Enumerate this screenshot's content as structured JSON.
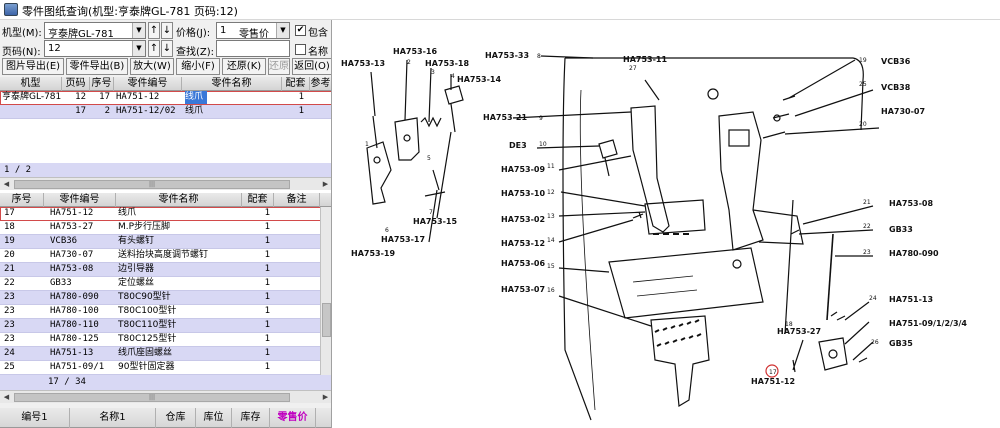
{
  "window": {
    "title": "零件图纸查询(机型:亨泰牌GL-781 页码:12)"
  },
  "filters": {
    "model_label": "机型(M):",
    "model_value": "亨泰牌GL-781",
    "page_label": "页码(N):",
    "page_value": "12",
    "price_label": "价格(J):",
    "price_index": "1",
    "price_type": "零售价",
    "include_label": "包含",
    "include_checked": "✔",
    "find_label": "查找(Z):",
    "find_value": "",
    "name_label": "名称",
    "up_arrow": "↑",
    "down_arrow": "↓"
  },
  "toolbar": {
    "export_image": "图片导出(E)",
    "export_parts": "零件导出(B)",
    "zoom_in": "放大(W)",
    "zoom_out": "缩小(F)",
    "restore": "还原(K)",
    "restore2": "还原(D)",
    "back": "返回(O)"
  },
  "pages_grid": {
    "headers": [
      "机型",
      "页码",
      "序号",
      "零件编号",
      "零件名称",
      "配套",
      "参考"
    ],
    "rows": [
      {
        "model": "亨泰牌GL-781",
        "page": "12",
        "seq": "17",
        "part_no": "HA751-12",
        "name": "线爪",
        "qty": "1"
      },
      {
        "model": "",
        "page": "17",
        "seq": "2",
        "part_no": "HA751-12/02",
        "name": "线爪",
        "qty": "1"
      }
    ],
    "pager": "1 / 2"
  },
  "parts_grid": {
    "headers": [
      "序号",
      "零件编号",
      "零件名称",
      "配套",
      "备注"
    ],
    "rows": [
      {
        "seq": "17",
        "part_no": "HA751-12",
        "name": "线爪",
        "qty": "1"
      },
      {
        "seq": "18",
        "part_no": "HA753-27",
        "name": "M.P步行压脚",
        "qty": "1"
      },
      {
        "seq": "19",
        "part_no": "VCB36",
        "name": "有头螺钉",
        "qty": "1"
      },
      {
        "seq": "20",
        "part_no": "HA730-07",
        "name": "送料抬块高度调节螺钉",
        "qty": "1"
      },
      {
        "seq": "21",
        "part_no": "HA753-08",
        "name": "边引导器",
        "qty": "1"
      },
      {
        "seq": "22",
        "part_no": "GB33",
        "name": "定位螺丝",
        "qty": "1"
      },
      {
        "seq": "23",
        "part_no": "HA780-090",
        "name": "T80C90型针",
        "qty": "1"
      },
      {
        "seq": "23",
        "part_no": "HA780-100",
        "name": "T80C100型针",
        "qty": "1"
      },
      {
        "seq": "23",
        "part_no": "HA780-110",
        "name": "T80C110型针",
        "qty": "1"
      },
      {
        "seq": "23",
        "part_no": "HA780-125",
        "name": "T80C125型针",
        "qty": "1"
      },
      {
        "seq": "24",
        "part_no": "HA751-13",
        "name": "线爪座固螺丝",
        "qty": "1"
      },
      {
        "seq": "25",
        "part_no": "HA751-09/1",
        "name": "90型针固定器",
        "qty": "1"
      }
    ],
    "pager": "17 / 34"
  },
  "stock_grid": {
    "headers": [
      "编号1",
      "名称1",
      "仓库",
      "库位",
      "库存",
      "零售价"
    ]
  },
  "scroll_grip": "|||",
  "drawing": {
    "callouts": [
      "HA753-13",
      "HA753-16",
      "HA753-18",
      "HA753-14",
      "HA753-33",
      "HA753-11",
      "VCB36",
      "VCB38",
      "HA730-07",
      "HA753-21",
      "DE3",
      "HA753-09",
      "HA753-10",
      "HA753-08",
      "HA753-02",
      "GB33",
      "HA753-12",
      "HA780-090",
      "HA753-06",
      "HA753-07",
      "HA751-13",
      "HA751-09/1/2/3/4",
      "HA753-27",
      "GB35",
      "HA751-12",
      "HA753-15",
      "HA753-17",
      "HA753-19"
    ],
    "numbers": [
      "1",
      "2",
      "3",
      "4",
      "5",
      "6",
      "7",
      "8",
      "9",
      "10",
      "11",
      "12",
      "13",
      "14",
      "15",
      "16",
      "17",
      "18",
      "19",
      "20",
      "21",
      "22",
      "23",
      "24",
      "25",
      "26",
      "27"
    ]
  }
}
